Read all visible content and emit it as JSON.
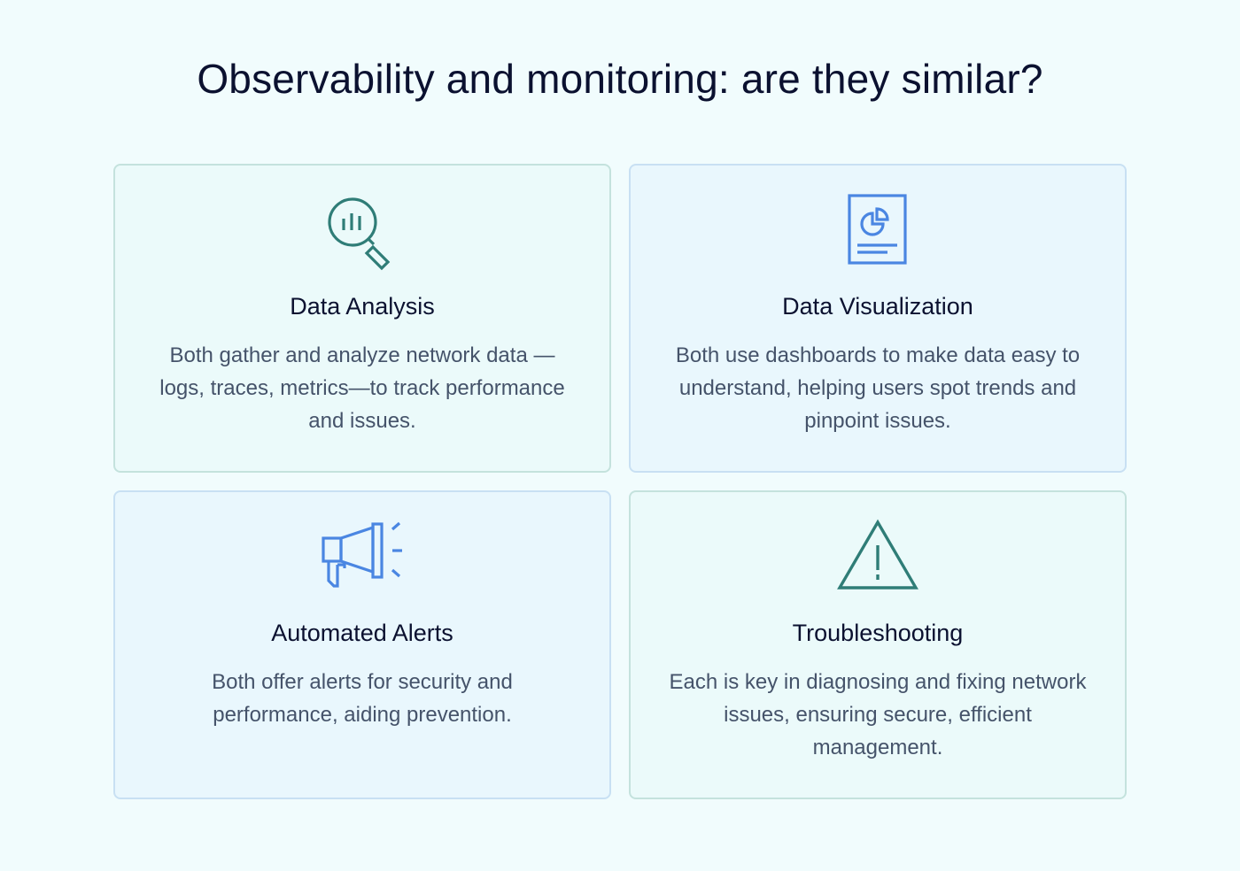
{
  "title": "Observability and monitoring: are they similar?",
  "colors": {
    "background": "#f1fcfd",
    "teal_icon": "#2f7d77",
    "blue_icon": "#4a86e2",
    "title_text": "#0b1130",
    "body_text": "#45536a"
  },
  "cards": [
    {
      "icon": "magnifier-bar-chart-icon",
      "title": "Data Analysis",
      "text": "Both gather and analyze network data —logs, traces, metrics—to track performance and issues."
    },
    {
      "icon": "document-pie-chart-icon",
      "title": "Data Visualization",
      "text": "Both use dashboards to make data easy to understand, helping users spot trends and pinpoint issues."
    },
    {
      "icon": "megaphone-icon",
      "title": "Automated Alerts",
      "text": "Both offer alerts for security and performance, aiding prevention."
    },
    {
      "icon": "warning-triangle-icon",
      "title": "Troubleshooting",
      "text": "Each is key in diagnosing and fixing network issues, ensuring secure, efficient management."
    }
  ]
}
